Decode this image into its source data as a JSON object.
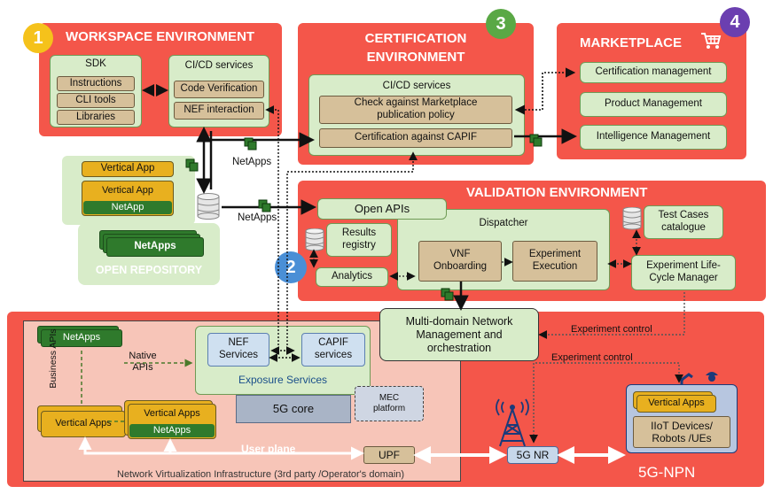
{
  "workspace": {
    "badge": "1",
    "title": "WORKSPACE ENVIRONMENT",
    "sdk": {
      "title": "SDK",
      "items": [
        "Instructions",
        "CLI tools",
        "Libraries"
      ]
    },
    "cicd": {
      "title": "CI/CD services",
      "items": [
        "Code Verification",
        "NEF interaction"
      ]
    }
  },
  "certification": {
    "badge": "3",
    "title_line1": "CERTIFICATION",
    "title_line2": "ENVIRONMENT",
    "cicd_title": "CI/CD services",
    "check_line1": "Check against Marketplace",
    "check_line2": "publication policy",
    "capif": "Certification against CAPIF"
  },
  "marketplace": {
    "badge": "4",
    "title": "MARKETPLACE",
    "items": [
      "Certification management",
      "Product Management",
      "Intelligence Management"
    ]
  },
  "repository": {
    "vertical_app_1": "Vertical App",
    "vertical_app_2": "Vertical App",
    "netapp": "NetApp",
    "netapps": "NetApps",
    "title": "OPEN REPOSITORY",
    "flow_label_top": "NetApps",
    "flow_label_mid": "NetApps"
  },
  "validation": {
    "badge": "2",
    "title": "VALIDATION ENVIRONMENT",
    "open_apis": "Open APIs",
    "dispatcher": "Dispatcher",
    "results_line1": "Results",
    "results_line2": "registry",
    "analytics": "Analytics",
    "vnf_line1": "VNF",
    "vnf_line2": "Onboarding",
    "exp_exec_line1": "Experiment",
    "exp_exec_line2": "Execution",
    "test_cases_line1": "Test Cases",
    "test_cases_line2": "catalogue",
    "lcm_line1": "Experiment Life-",
    "lcm_line2": "Cycle Manager"
  },
  "multidomain": {
    "line1": "Multi-domain Network",
    "line2": "Management and",
    "line3": "orchestration"
  },
  "infra": {
    "netapps": "NetApps",
    "native_line1": "Native",
    "native_line2": "APIs",
    "business_apis": "Business APIs",
    "vertical_apps_left": "Vertical Apps",
    "vertical_apps_mid": "Vertical Apps",
    "netapps_mid": "NetApps",
    "exposure_title": "Exposure Services",
    "nef_line1": "NEF",
    "nef_line2": "Services",
    "capif_line1": "CAPIF",
    "capif_line2": "services",
    "core": "5G core",
    "mec_line1": "MEC",
    "mec_line2": "platform",
    "user_plane": "User plane",
    "upf": "UPF",
    "footer": "Network Virtualization Infrastructure (3rd party /Operator's domain)"
  },
  "npn": {
    "title": "5G-NPN",
    "nr": "5G NR",
    "exp_control_1": "Experiment control",
    "exp_control_2": "Experiment control",
    "vertical_apps": "Vertical Apps",
    "iiot_line1": "IIoT Devices/",
    "iiot_line2": "Robots /UEs"
  },
  "colors": {
    "environment_red": "#f4564a",
    "panel_green": "#d8ecc9",
    "box_tan": "#d6c09a",
    "app_gold": "#e8b01f",
    "netapp_green": "#2f7a2c",
    "badge_1": "#f5c21b",
    "badge_2": "#4a8fd6",
    "badge_3": "#5aa845",
    "badge_4": "#6b3fb0"
  }
}
